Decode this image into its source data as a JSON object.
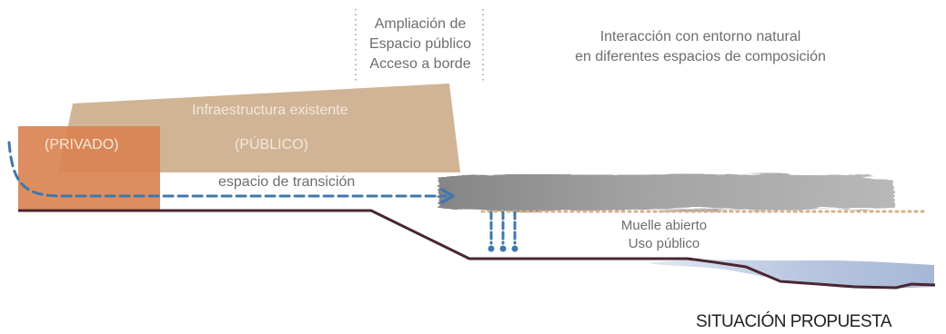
{
  "labels": {
    "ampliacion_line1": "Ampliación de",
    "ampliacion_line2": "Espacio público",
    "ampliacion_line3": "Acceso a borde",
    "interaccion_line1": "Interacción con entorno natural",
    "interaccion_line2": "en diferentes espacios de composición",
    "infraestructura": "Infraestructura existente",
    "privado": "(PRIVADO)",
    "publico": "(PÚBLICO)",
    "transicion": "espacio de transición",
    "muelle_line1": "Muelle abierto",
    "muelle_line2": "Uso público",
    "situacion": "SITUACIÓN PROPUESTA"
  },
  "colors": {
    "private_zone": "#d9824f",
    "public_zone": "#c9a784",
    "terrain": "#4a2630",
    "arrow": "#3f77ad",
    "dotted_line": "#d6b089",
    "water": "#9fb2d4",
    "platform": "#8f8f8f",
    "text": "#6d6d6d"
  }
}
